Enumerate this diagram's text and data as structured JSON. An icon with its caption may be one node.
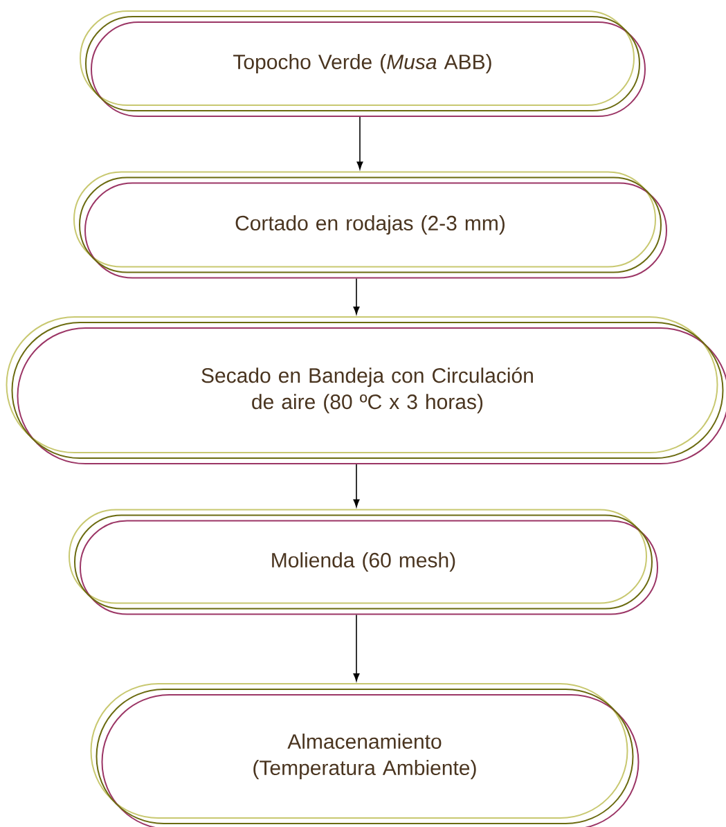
{
  "diagram": {
    "nodes": [
      {
        "text": [
          "Topocho Verde (*Musa* ABB)"
        ]
      },
      {
        "text": [
          "Cortado en rodajas (2-3 mm)"
        ]
      },
      {
        "text": [
          "Secado en Bandeja con Circulación de aire (80 ºC x 3 horas)"
        ]
      },
      {
        "text": [
          "Molienda (60 mesh)"
        ]
      },
      {
        "text": [
          "Almacenamiento (Temperatura Ambiente)"
        ]
      }
    ],
    "edges": [
      {
        "from": 0,
        "to": 1,
        "arrow": "to"
      },
      {
        "from": 1,
        "to": 2,
        "arrow": "to"
      },
      {
        "from": 2,
        "to": 3,
        "arrow": "to"
      },
      {
        "from": 3,
        "to": 4,
        "arrow": "to"
      }
    ]
  }
}
